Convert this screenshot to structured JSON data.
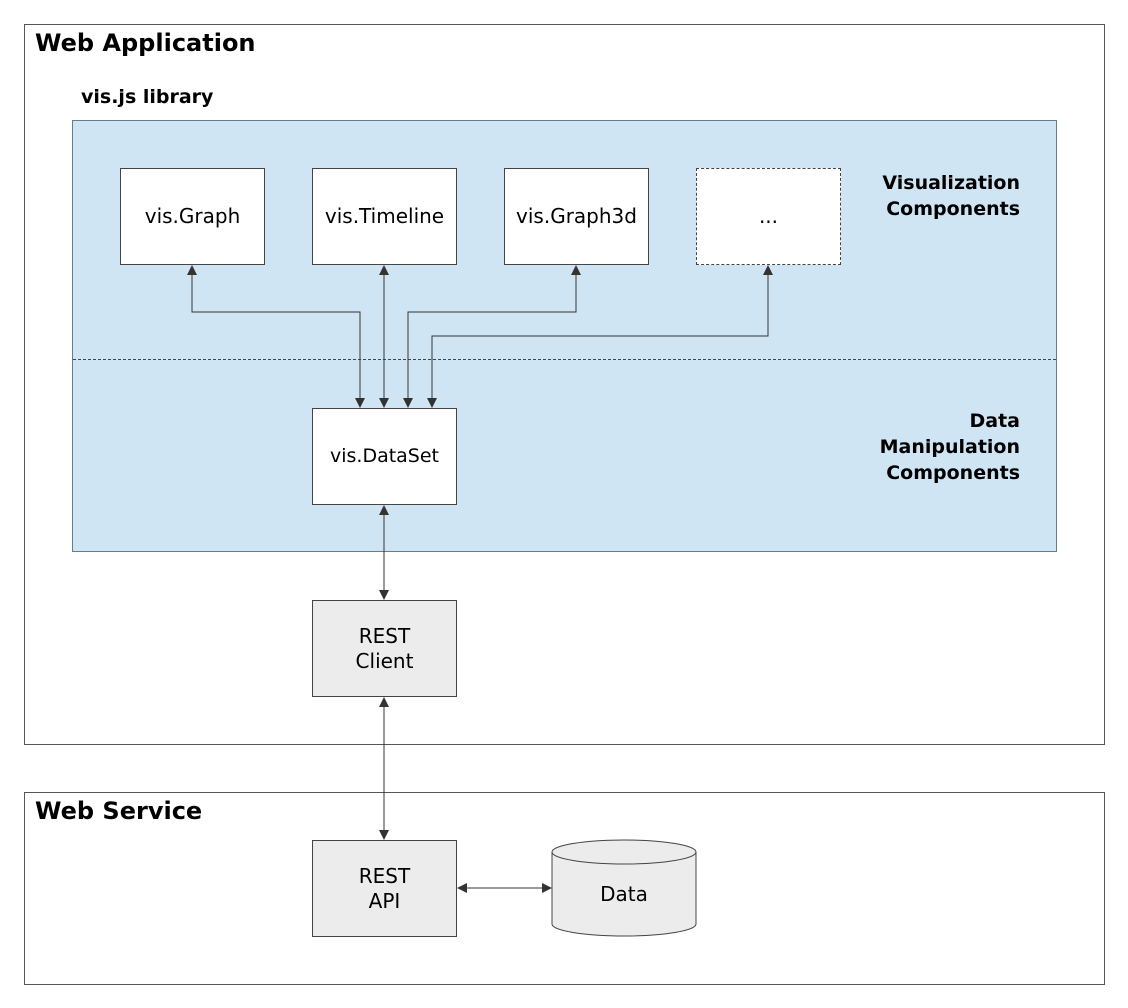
{
  "web_application": {
    "title": "Web Application"
  },
  "library": {
    "title": "vis.js library",
    "visualization_label": "Visualization\nComponents",
    "data_label": "Data\nManipulation\nComponents",
    "components": {
      "graph": "vis.Graph",
      "timeline": "vis.Timeline",
      "graph3d": "vis.Graph3d",
      "more": "..."
    },
    "dataset": "vis.DataSet"
  },
  "rest_client": "REST\nClient",
  "web_service": {
    "title": "Web Service",
    "rest_api": "REST\nAPI",
    "data_store": "Data"
  }
}
